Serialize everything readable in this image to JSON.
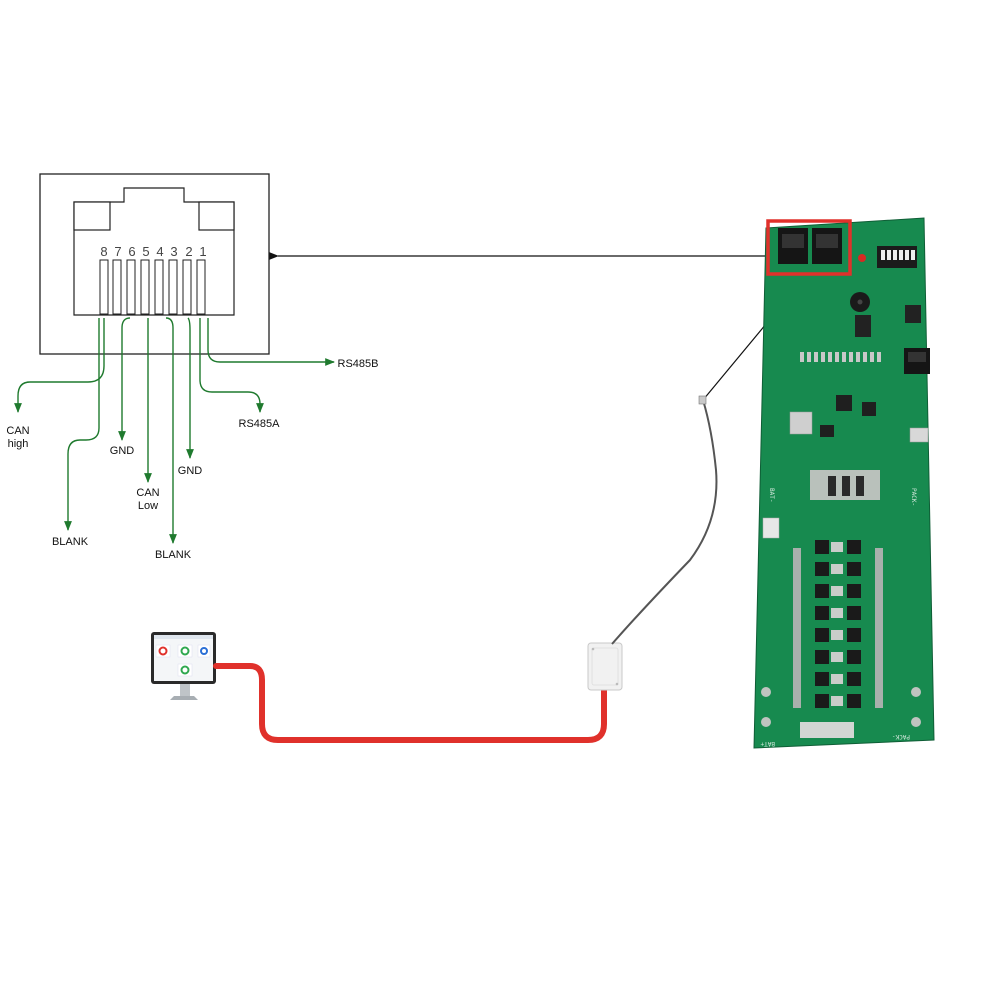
{
  "pin_numbers": [
    "8",
    "7",
    "6",
    "5",
    "4",
    "3",
    "2",
    "1"
  ],
  "signals": {
    "can_high": [
      "CAN",
      "high"
    ],
    "gnd_pin6": "GND",
    "can_low": [
      "CAN",
      "Low"
    ],
    "gnd_pin3": "GND",
    "blank_pin8": "BLANK",
    "blank_pin4": "BLANK",
    "rs485a": "RS485A",
    "rs485b": "RS485B"
  },
  "board_labels": {
    "bat_minus": "BAT-",
    "pack_minus": "PACK-",
    "bat_plus": "BAT+",
    "pack_minus_bottom": "PACK-"
  },
  "colors": {
    "wire": "#1f7a2e",
    "highlight": "#e0312b",
    "cable": "#e0312b",
    "pcb": "#178a4f",
    "outline": "#222222"
  },
  "icons": {
    "jack": "rj45-jack-icon",
    "monitor": "monitor-icon",
    "adapter": "usb-adapter-icon",
    "board": "bms-board-icon"
  }
}
